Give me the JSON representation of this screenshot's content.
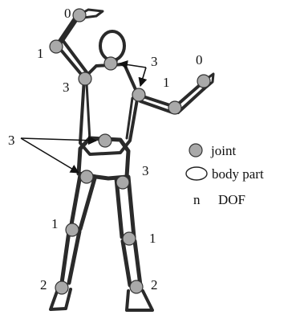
{
  "joint_labels": {
    "right_hand": "0",
    "right_elbow": "1",
    "right_shoulder": "3",
    "neck": "3",
    "left_elbow": "1",
    "left_hand": "0",
    "pelvis_group": "3",
    "left_hip": "3",
    "right_knee": "1",
    "left_knee": "1",
    "right_ankle": "2",
    "left_ankle": "2"
  },
  "legend": {
    "joint_label": "joint",
    "body_part_label": "body part",
    "n_symbol": "n",
    "dof_label": "DOF"
  },
  "colors": {
    "joint_fill": "#a9a9a9",
    "stroke": "#2a2a2a"
  }
}
